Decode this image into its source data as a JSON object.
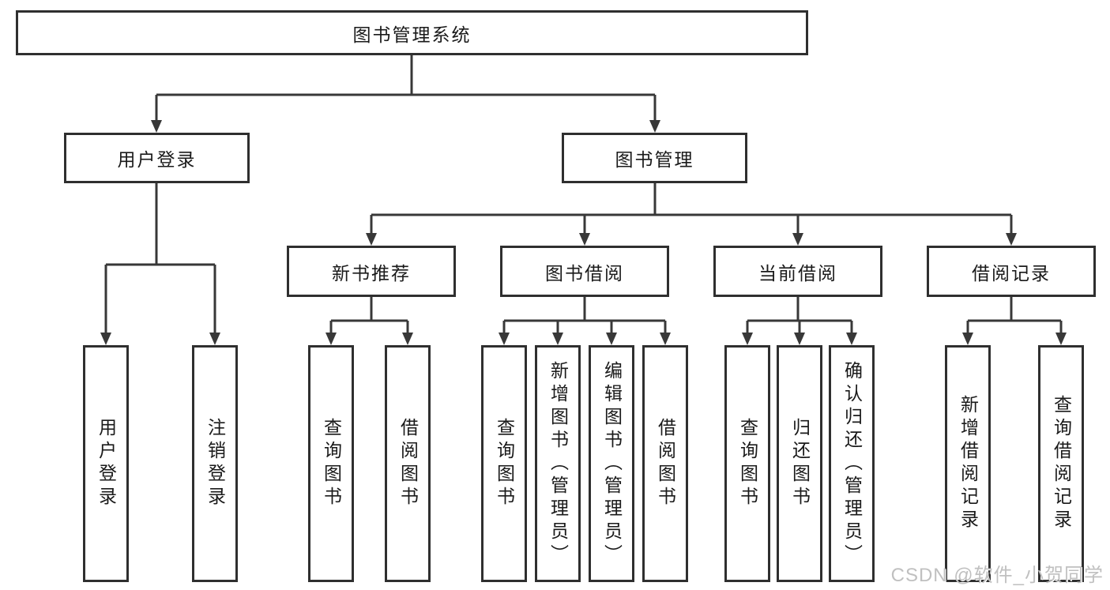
{
  "tree": {
    "label": "图书管理系统",
    "children": [
      {
        "label": "用户登录",
        "children": [
          {
            "label": "用户登录"
          },
          {
            "label": "注销登录"
          }
        ]
      },
      {
        "label": "图书管理",
        "children": [
          {
            "label": "新书推荐",
            "children": [
              {
                "label": "查询图书"
              },
              {
                "label": "借阅图书"
              }
            ]
          },
          {
            "label": "图书借阅",
            "children": [
              {
                "label": "查询图书"
              },
              {
                "label": "新增图书（管理员）"
              },
              {
                "label": "编辑图书（管理员）"
              },
              {
                "label": "借阅图书"
              }
            ]
          },
          {
            "label": "当前借阅",
            "children": [
              {
                "label": "查询图书"
              },
              {
                "label": "归还图书"
              },
              {
                "label": "确认归还（管理员）"
              }
            ]
          },
          {
            "label": "借阅记录",
            "children": [
              {
                "label": "新增借阅记录"
              },
              {
                "label": "查询借阅记录"
              }
            ]
          }
        ]
      }
    ]
  },
  "watermark": {
    "text": "CSDN @软件_小贺同学"
  },
  "colors": {
    "box_border": "#2f2f2f",
    "line": "#383838",
    "text": "#1a1a1a",
    "watermark_text": "#c0c0c0",
    "background": "#ffffff"
  }
}
